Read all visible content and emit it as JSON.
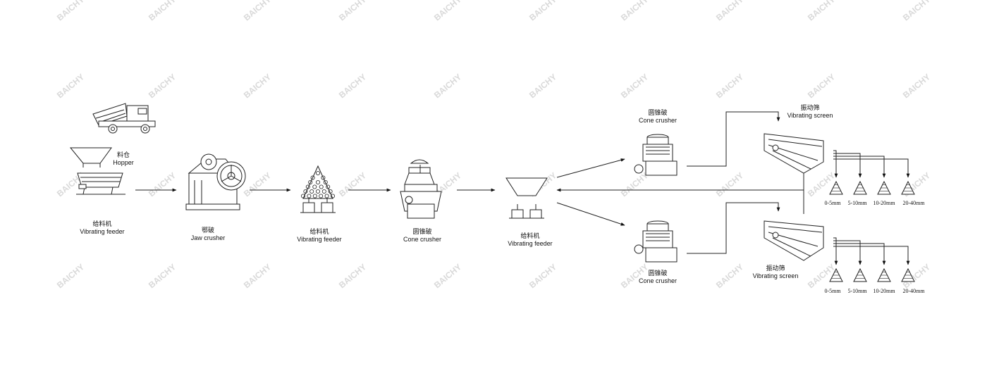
{
  "watermark": "BAICHY",
  "nodes": {
    "hopper": {
      "cn": "料仓",
      "en": "Hopper"
    },
    "feeder1": {
      "cn": "给料机",
      "en": "Vibrating feeder"
    },
    "jaw": {
      "cn": "鄂破",
      "en": "Jaw crusher"
    },
    "feeder2": {
      "cn": "给料机",
      "en": "Vibrating feeder"
    },
    "cone1": {
      "cn": "圆锥破",
      "en": "Cone crusher"
    },
    "feeder3": {
      "cn": "给料机",
      "en": "Vibrating feeder"
    },
    "cone_top": {
      "cn": "圆锥破",
      "en": "Cone crusher"
    },
    "cone_bottom": {
      "cn": "圆锥破",
      "en": "Cone crusher"
    },
    "screen_top": {
      "cn": "振动筛",
      "en": "Vibrating screen"
    },
    "screen_bottom": {
      "cn": "振动筛",
      "en": "Vibrating screen"
    }
  },
  "product_sizes": [
    "0-5mm",
    "5-10mm",
    "10-20mm",
    "20-40mm"
  ],
  "colors": {
    "line": "#111111",
    "watermark": "#d9d9d9"
  }
}
